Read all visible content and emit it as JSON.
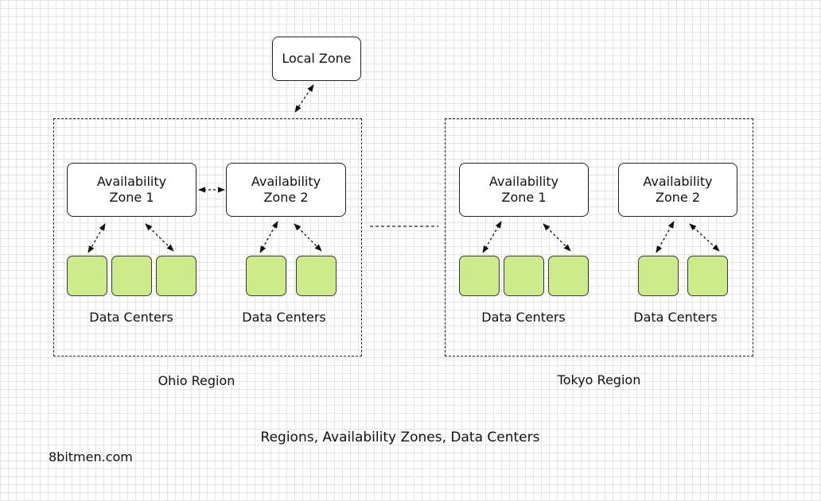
{
  "local_zone": {
    "label": "Local Zone"
  },
  "regions": [
    {
      "label": "Ohio Region",
      "zones": [
        {
          "label": "Availability\nZone 1",
          "data_center_count": 3,
          "data_centers_label": "Data Centers"
        },
        {
          "label": "Availability\nZone 2",
          "data_center_count": 2,
          "data_centers_label": "Data Centers"
        }
      ]
    },
    {
      "label": "Tokyo Region",
      "zones": [
        {
          "label": "Availability\nZone 1",
          "data_center_count": 3,
          "data_centers_label": "Data Centers"
        },
        {
          "label": "Availability\nZone 2",
          "data_center_count": 2,
          "data_centers_label": "Data Centers"
        }
      ]
    }
  ],
  "caption": "Regions, Availability Zones, Data Centers",
  "brand": "8bitmen.com",
  "colors": {
    "data_center_fill": "#cdeb8b",
    "data_center_border": "#36393d",
    "line": "#222222"
  }
}
